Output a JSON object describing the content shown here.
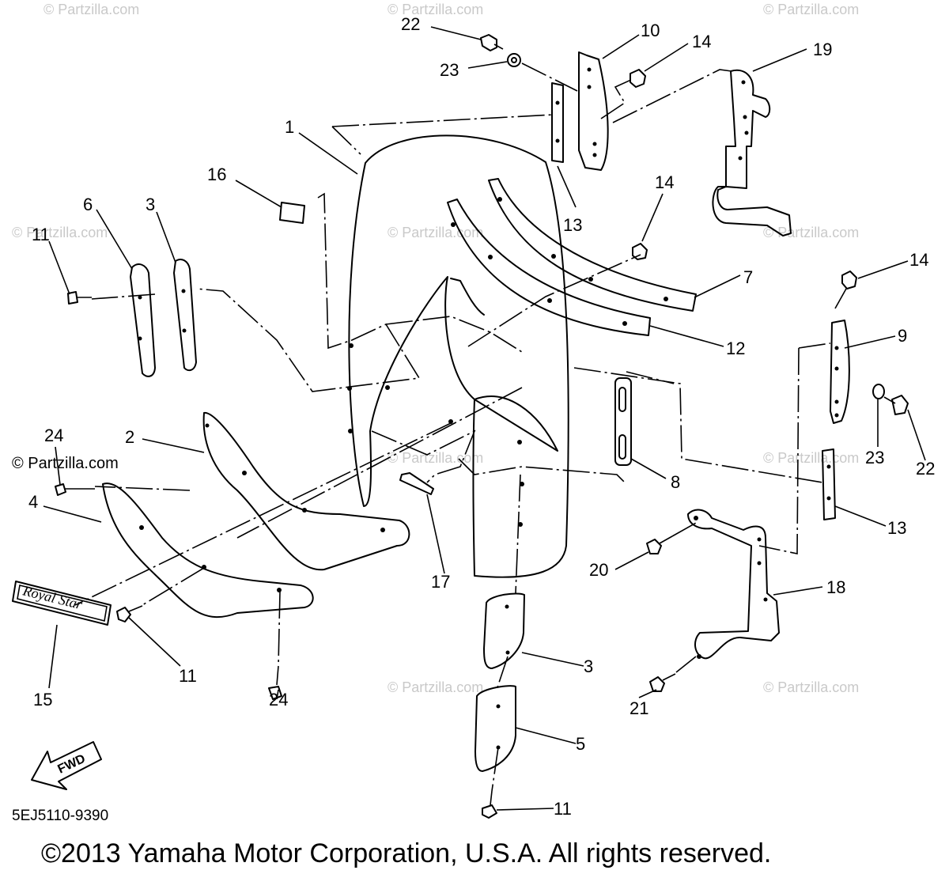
{
  "watermark": "© Partzilla.com",
  "watermark_dark": "© Partzilla.com",
  "emblem_text": "Royal Star",
  "fwd_text": "FWD",
  "diagram_code": "5EJ5110-9390",
  "copyright": "©2013 Yamaha Motor Corporation, U.S.A. All rights reserved.",
  "callouts": [
    "22",
    "23",
    "10",
    "14",
    "19",
    "1",
    "16",
    "13",
    "14",
    "6",
    "3",
    "11",
    "7",
    "14",
    "12",
    "9",
    "2",
    "24",
    "23",
    "22",
    "8",
    "4",
    "13",
    "17",
    "20",
    "18",
    "11",
    "24",
    "3",
    "21",
    "15",
    "5",
    "11"
  ]
}
